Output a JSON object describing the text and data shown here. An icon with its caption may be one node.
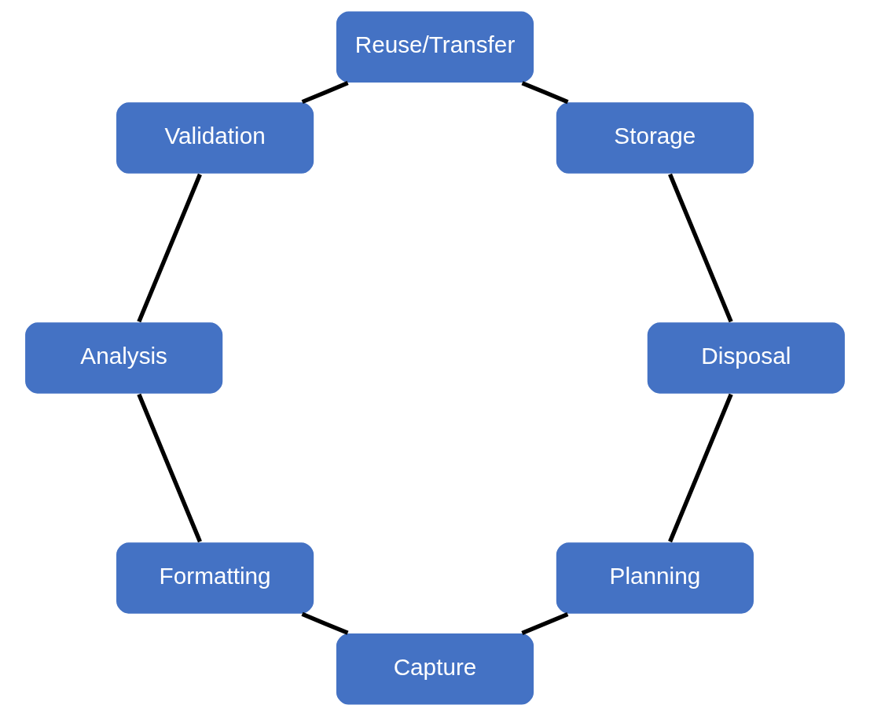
{
  "diagram": {
    "nodes": [
      {
        "text": [
          "Planning"
        ]
      },
      {
        "text": [
          "Capture"
        ]
      },
      {
        "text": [
          "Formatting"
        ]
      },
      {
        "text": [
          "Analysis"
        ]
      },
      {
        "text": [
          "Validation"
        ]
      },
      {
        "text": [
          "Reuse/Transfer"
        ]
      },
      {
        "text": [
          "Storage"
        ]
      },
      {
        "text": [
          "Disposal"
        ]
      }
    ],
    "edges": [
      {
        "from": 0,
        "to": 1,
        "arrow": "none"
      },
      {
        "from": 1,
        "to": 2,
        "arrow": "none"
      },
      {
        "from": 2,
        "to": 3,
        "arrow": "none"
      },
      {
        "from": 3,
        "to": 4,
        "arrow": "none"
      },
      {
        "from": 4,
        "to": 5,
        "arrow": "none"
      },
      {
        "from": 5,
        "to": 6,
        "arrow": "none"
      },
      {
        "from": 6,
        "to": 7,
        "arrow": "none"
      },
      {
        "from": 7,
        "to": 0,
        "arrow": "none"
      }
    ]
  }
}
